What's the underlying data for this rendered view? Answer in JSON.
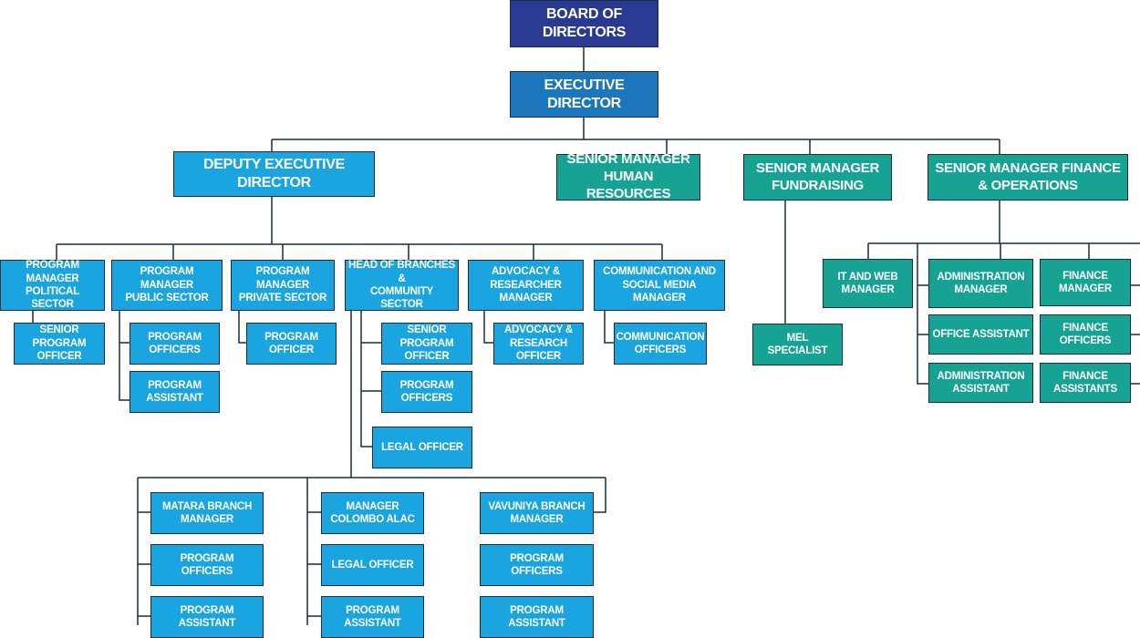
{
  "chart": {
    "board": "BOARD OF DIRECTORS",
    "executive": "EXECUTIVE DIRECTOR",
    "deputy": "DEPUTY EXECUTIVE DIRECTOR",
    "sm_hr": "SENIOR MANAGER\nHUMAN RESOURCES",
    "sm_fundraising": "SENIOR MANAGER\nFUNDRAISING",
    "sm_finance": "SENIOR MANAGER FINANCE\n& OPERATIONS",
    "pm_political": "PROGRAM MANAGER\nPOLITICAL SECTOR",
    "senior_program_officer_1": "SENIOR\nPROGRAM OFFICER",
    "pm_public": "PROGRAM MANAGER\nPUBLIC SECTOR",
    "program_officers_public": "PROGRAM\nOFFICERS",
    "program_assistant_public": "PROGRAM\nASSISTANT",
    "pm_private": "PROGRAM MANAGER\nPRIVATE SECTOR",
    "program_officer_private": "PROGRAM\nOFFICER",
    "head_branches": "HEAD OF BRANCHES &\nCOMMUNITY SECTOR",
    "senior_program_officer_2": "SENIOR\nPROGRAM OFFICER",
    "program_officers_community": "PROGRAM\nOFFICERS",
    "legal_officer_community": "LEGAL OFFICER",
    "advocacy_manager": "ADVOCACY &\nRESEARCHER MANAGER",
    "advocacy_officer": "ADVOCACY &\nRESEARCH OFFICER",
    "communication_manager": "COMMUNICATION AND\nSOCIAL MEDIA MANAGER",
    "communication_officers": "COMMUNICATION\nOFFICERS",
    "matara_manager": "MATARA BRANCH\nMANAGER",
    "matara_program_officers": "PROGRAM\nOFFICERS",
    "matara_program_assistant": "PROGRAM\nASSISTANT",
    "colombo_manager": "MANAGER\nCOLOMBO ALAC",
    "colombo_legal_officer": "LEGAL OFFICER",
    "colombo_program_assistant": "PROGRAM\nASSISTANT",
    "vavuniya_manager": "VAVUNIYA BRANCH\nMANAGER",
    "vavuniya_program_officers": "PROGRAM\nOFFICERS",
    "vavuniya_program_assistant": "PROGRAM\nASSISTANT",
    "mel_specialist": "MEL\nSPECIALIST",
    "it_web_manager": "IT AND WEB\nMANAGER",
    "administration_manager": "ADMINISTRATION\nMANAGER",
    "office_assistant": "OFFICE ASSISTANT",
    "administration_assistant": "ADMINISTRATION\nASSISTANT",
    "finance_manager": "FINANCE\nMANAGER",
    "finance_officers": "FINANCE\nOFFICERS",
    "finance_assistants": "FINANCE\nASSISTANTS"
  },
  "colors": {
    "navy": "#2a3a92",
    "royal_blue": "#1c76bc",
    "sky_blue": "#1aa5e0",
    "teal": "#17a394",
    "connector": "#1c2d3d"
  }
}
